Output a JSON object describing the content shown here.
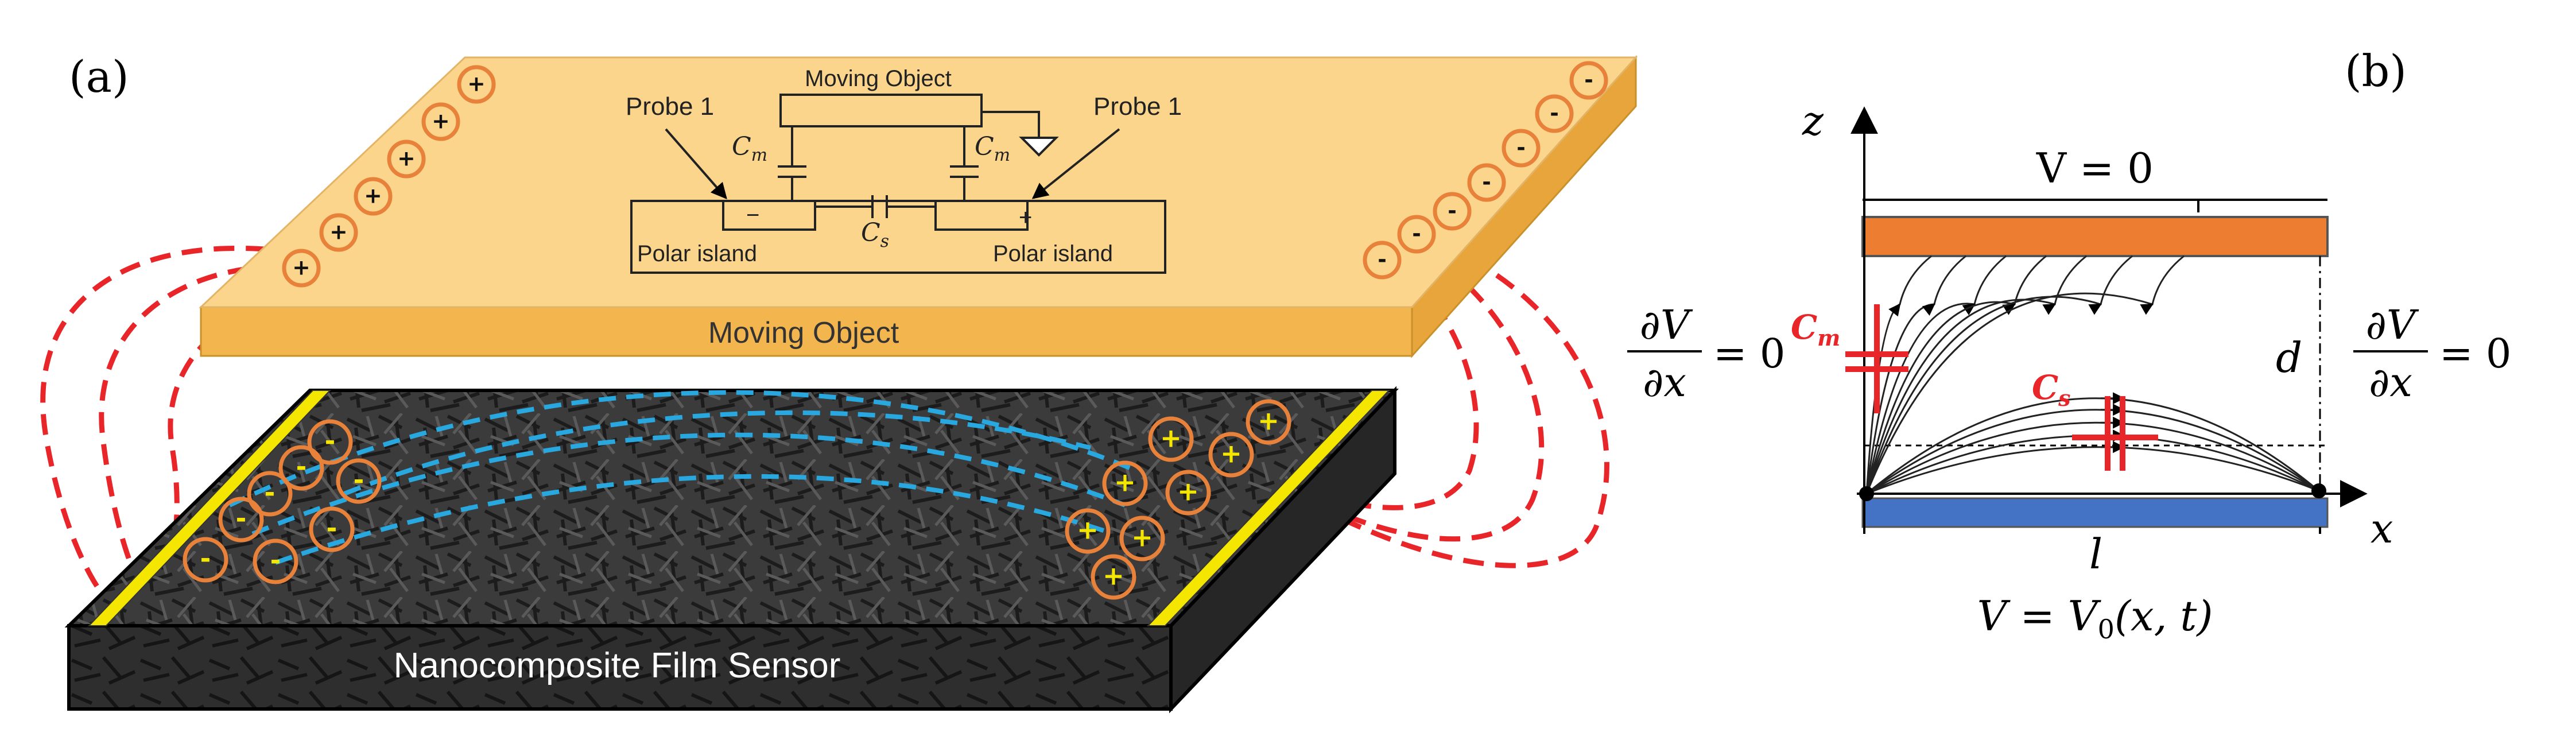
{
  "panel_a": {
    "label": "(a)",
    "top_plate": {
      "label": "Moving Object",
      "color": "#fbd58c",
      "charges_left": [
        "+",
        "+",
        "+",
        "+",
        "+",
        "+",
        "+"
      ],
      "charges_right": [
        "-",
        "-",
        "-",
        "-",
        "-",
        "-",
        "-"
      ]
    },
    "circuit": {
      "title": "Moving Object",
      "probe_left": "Probe 1",
      "probe_right": "Probe 1",
      "cap_m_left": "C",
      "cap_m_left_sub": "m",
      "cap_m_right": "C",
      "cap_m_right_sub": "m",
      "cap_s": "C",
      "cap_s_sub": "s",
      "island_left": "Polar island",
      "island_right": "Polar island",
      "sign_left": "−",
      "sign_right": "+"
    },
    "film": {
      "label": "Nanocomposite Film Sensor",
      "electrode_color": "#f5e600",
      "charges_left": [
        "-",
        "-",
        "-",
        "-",
        "-",
        "-",
        "-",
        "-"
      ],
      "charges_right": [
        "+",
        "+",
        "+",
        "+",
        "+",
        "+",
        "+",
        "+",
        "+"
      ]
    },
    "colors": {
      "field_lines_outer": "#e8262a",
      "field_lines_inner": "#29a8e0",
      "charge_ring": "#e8813a"
    }
  },
  "panel_b": {
    "label": "(b)",
    "z_axis": "z",
    "x_axis": "x",
    "top_condition": "V = 0",
    "bottom_condition": "V = V",
    "bottom_condition_sub": "0",
    "bottom_condition_args": "(x, t)",
    "left_boundary_num": "∂V",
    "left_boundary_den": "∂x",
    "left_boundary_rhs": "= 0",
    "right_boundary_num": "∂V",
    "right_boundary_den": "∂x",
    "right_boundary_rhs": "= 0",
    "gap": "d",
    "length": "l",
    "cap_m": "C",
    "cap_m_sub": "m",
    "cap_s": "C",
    "cap_s_sub": "s",
    "colors": {
      "top_plate": "#ed7d31",
      "bottom_plate": "#4472c4",
      "capacitor": "#e8262a"
    }
  }
}
